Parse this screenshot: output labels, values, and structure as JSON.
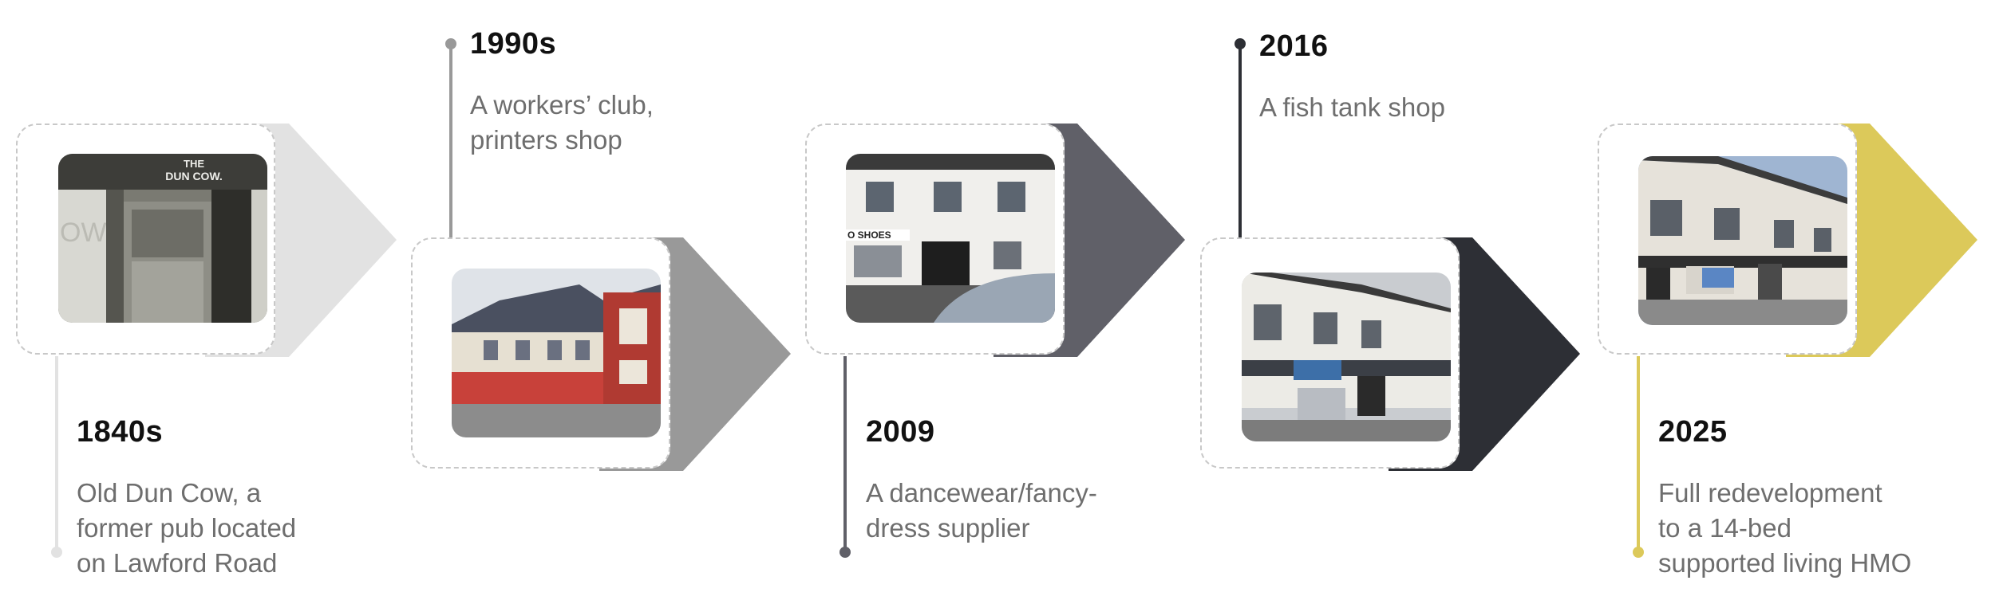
{
  "milestones": [
    {
      "year": "1840s",
      "lines": [
        "Old Dun Cow, a",
        "former pub located",
        "on Lawford Road"
      ],
      "color": "#e2e2e2",
      "photo": "Pub entrance with sign",
      "sign_text": [
        "THE",
        "DUN COW."
      ],
      "wall_text": "OW"
    },
    {
      "year": "1990s",
      "lines": [
        "A workers’ club,",
        "printers shop"
      ],
      "color": "#999999",
      "photo": "Street corner building"
    },
    {
      "year": "2009",
      "lines": [
        "A dancewear/fancy-",
        "dress supplier"
      ],
      "color": "#606068",
      "photo": "Shop front with van",
      "shop_text": "O SHOES"
    },
    {
      "year": "2016",
      "lines": [
        "A fish tank shop"
      ],
      "color": "#2d2f35",
      "photo": "Two storey shop building"
    },
    {
      "year": "2025",
      "lines": [
        "Full redevelopment",
        "to a 14-bed",
        "supported living HMO"
      ],
      "color": "#dcc95a",
      "photo": "Redeveloped building"
    }
  ]
}
